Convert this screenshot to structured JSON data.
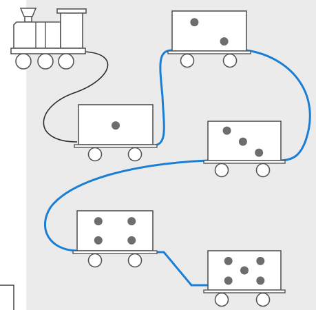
{
  "colors": {
    "panel_background": "#ebebeb",
    "page_background": "#ffffff",
    "outline": "#555555",
    "dot": "#6d6d6d",
    "link_black": "#2b2b2b",
    "link_blue": "#1a7fd4"
  },
  "train": {
    "engine": {
      "icon": "locomotive-icon"
    },
    "wagons": [
      {
        "name": "wagon-1",
        "dots": 1,
        "pattern": "die-1"
      },
      {
        "name": "wagon-2",
        "dots": 2,
        "pattern": "die-2"
      },
      {
        "name": "wagon-3",
        "dots": 3,
        "pattern": "die-3"
      },
      {
        "name": "wagon-4",
        "dots": 4,
        "pattern": "die-4"
      },
      {
        "name": "wagon-5",
        "dots": 5,
        "pattern": "die-5"
      }
    ],
    "links": [
      {
        "from": "engine",
        "to": "wagon-1",
        "color": "black"
      },
      {
        "from": "wagon-1",
        "to": "wagon-2",
        "color": "blue"
      },
      {
        "from": "wagon-2",
        "to": "wagon-3",
        "color": "blue"
      },
      {
        "from": "wagon-3",
        "to": "wagon-4",
        "color": "blue"
      },
      {
        "from": "wagon-4",
        "to": "wagon-5",
        "color": "blue"
      }
    ]
  }
}
